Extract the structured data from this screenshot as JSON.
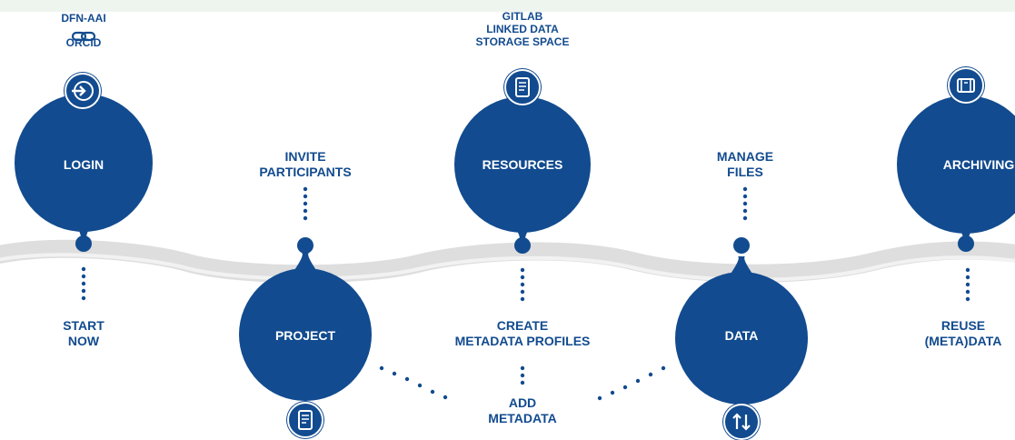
{
  "colors": {
    "primary": "#124b8f",
    "wave": "#dedede",
    "band": "#eef4ee"
  },
  "nodes": {
    "login": "LOGIN",
    "project": "PROJECT",
    "resources": "RESOURCES",
    "data": "DATA",
    "archiving": "ARCHIVING"
  },
  "login_auth": {
    "line1": "DFN-AAI",
    "line2": "ORCiD"
  },
  "start_now": {
    "line1": "START",
    "line2": "NOW"
  },
  "invite": {
    "line1": "INVITE",
    "line2": "PARTICIPANTS"
  },
  "resources_top": {
    "line1": "GITLAB",
    "line2": "LINKED DATA",
    "line3": "STORAGE SPACE"
  },
  "create_metadata": {
    "line1": "CREATE",
    "line2": "METADATA PROFILES"
  },
  "add_metadata": {
    "line1": "ADD",
    "line2": "METADATA"
  },
  "manage_files": {
    "line1": "MANAGE",
    "line2": "FILES"
  },
  "reuse": {
    "line1": "REUSE",
    "line2": "(META)DATA"
  },
  "icons": [
    "login-arrow-icon",
    "link-icon",
    "document-icon",
    "storage-icon",
    "upload-download-icon",
    "archive-box-icon"
  ]
}
